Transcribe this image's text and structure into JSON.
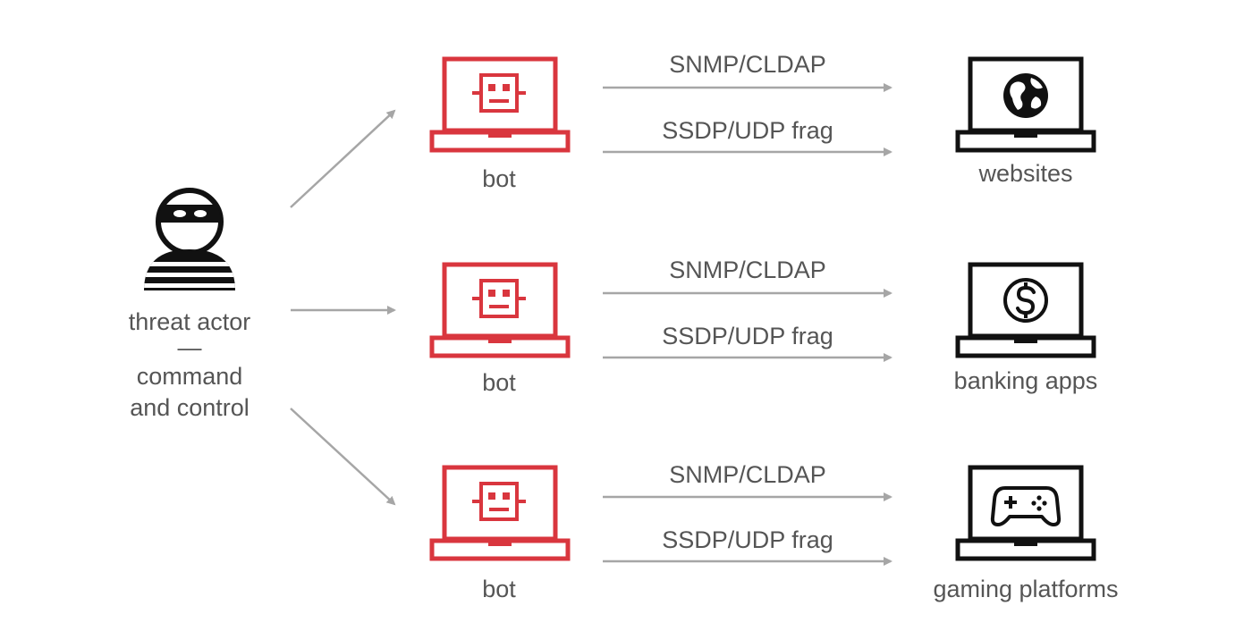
{
  "colors": {
    "bot": "#d9363e",
    "target": "#111111",
    "arrow": "#a6a6a6",
    "text": "#555555",
    "actor": "#111111"
  },
  "actor": {
    "icon": "burglar-icon",
    "line1": "threat actor",
    "separator": "—",
    "line2": "command",
    "line3": "and control"
  },
  "rows": [
    {
      "bot_label": "bot",
      "bot_icon": "robot-icon",
      "protocols": [
        "SNMP/CLDAP",
        "SSDP/UDP frag"
      ],
      "target_label": "websites",
      "target_icon": "globe-icon"
    },
    {
      "bot_label": "bot",
      "bot_icon": "robot-icon",
      "protocols": [
        "SNMP/CLDAP",
        "SSDP/UDP frag"
      ],
      "target_label": "banking apps",
      "target_icon": "dollar-icon"
    },
    {
      "bot_label": "bot",
      "bot_icon": "robot-icon",
      "protocols": [
        "SNMP/CLDAP",
        "SSDP/UDP frag"
      ],
      "target_label": "gaming platforms",
      "target_icon": "gamepad-icon"
    }
  ]
}
